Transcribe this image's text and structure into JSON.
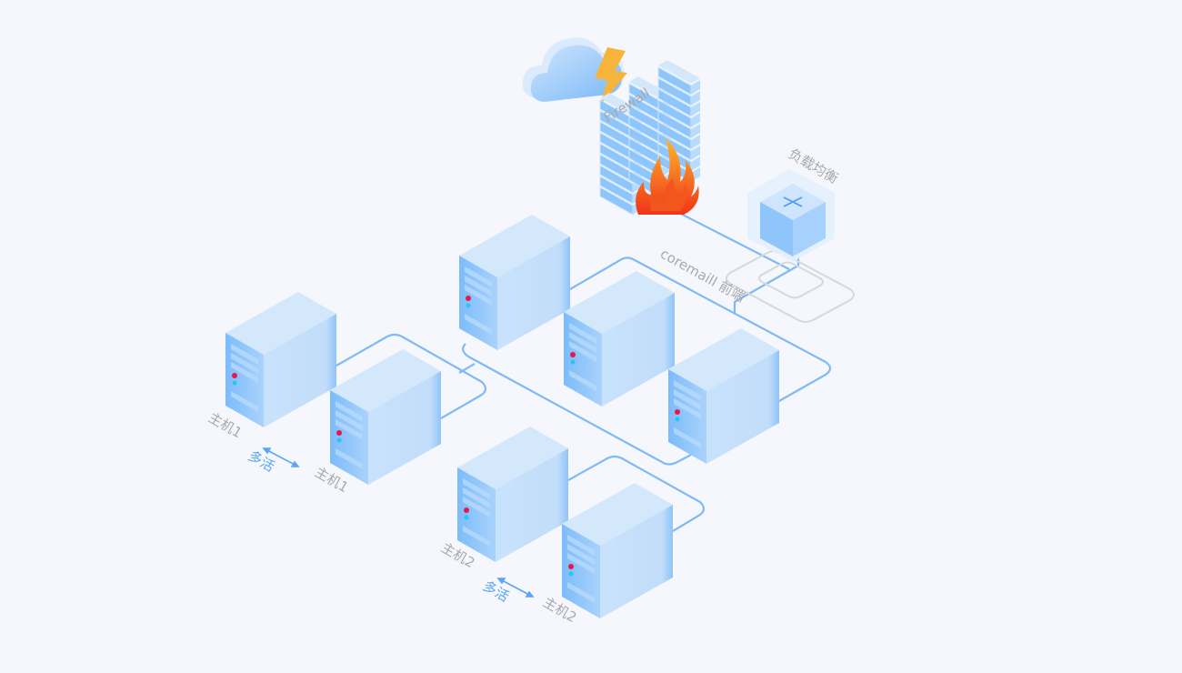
{
  "labels": {
    "firewall": "Firewall",
    "load_balancer": "负载均衡",
    "coremail_frontend": "coremaill 前端",
    "host1_a": "主机1",
    "host1_b": "主机1",
    "host2_a": "主机2",
    "host2_b": "主机2",
    "active_active_1": "多活",
    "active_active_2": "多活"
  },
  "colors": {
    "background": "#f5f7fc",
    "server_front": "#8ec6fb",
    "server_side": "#c6e0fb",
    "server_top": "#d4e8fc",
    "link": "#7fbaf5",
    "led_red": "#e8174a",
    "led_cyan": "#27c6f2",
    "label": "#a7a9ad",
    "accent": "#5aa6f3"
  }
}
